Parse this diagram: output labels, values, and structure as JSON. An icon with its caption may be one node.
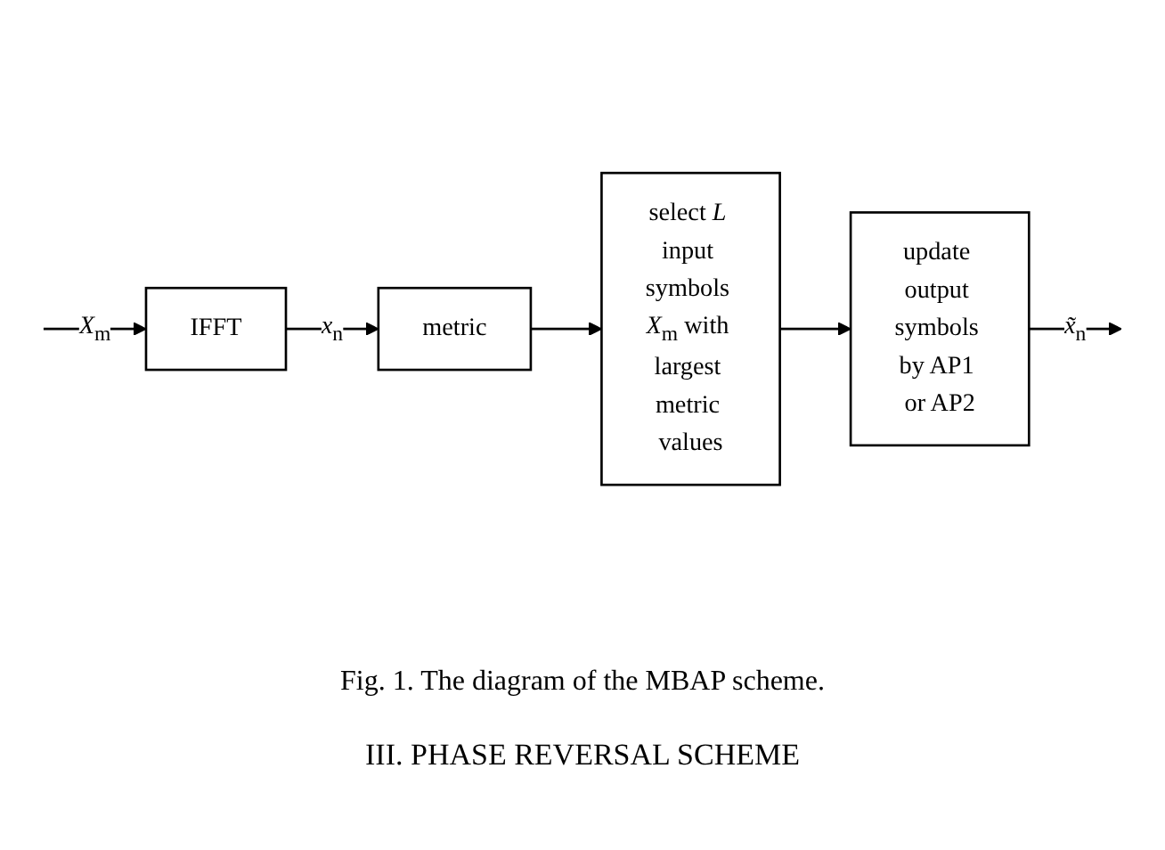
{
  "diagram": {
    "caption": "Fig. 1. The diagram of the MBAP scheme.",
    "nodes": [
      {
        "text": [
          "IFFT"
        ]
      },
      {
        "text": [
          "metric"
        ]
      },
      {
        "text": [
          "select *L* input symbols *X*$_{m}$ with largest metric values"
        ]
      },
      {
        "text": [
          "update output symbols by AP1 or AP2"
        ]
      }
    ],
    "edges": [
      {
        "from": null,
        "to": 0,
        "arrow": "to",
        "label": "*X*$_{m}$"
      },
      {
        "from": 0,
        "to": 1,
        "arrow": "to",
        "label": "*x*$_{n}$"
      },
      {
        "from": 1,
        "to": 2,
        "arrow": "to"
      },
      {
        "from": 2,
        "to": 3,
        "arrow": "to"
      },
      {
        "from": 3,
        "to": null,
        "arrow": "to",
        "label": "*x̃*$_{n}$"
      }
    ],
    "labels": [
      "III. PHASE REVERSAL SCHEME"
    ]
  }
}
